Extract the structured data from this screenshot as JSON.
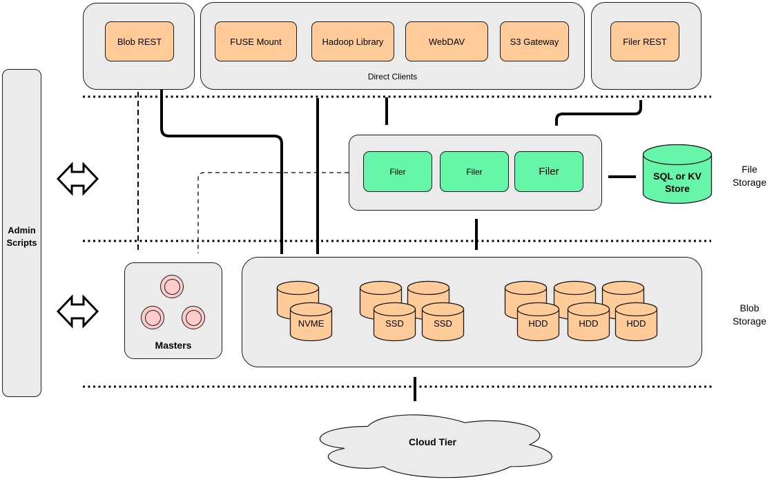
{
  "colors": {
    "container_fill": "#EBEBEB",
    "client_fill": "#FFCC99",
    "filer_fill": "#66F5A9",
    "master_fill": "#FFCCCC"
  },
  "top_row": {
    "blob_rest": {
      "label": "Blob REST"
    },
    "direct_clients": {
      "label": "Direct Clients",
      "items": [
        {
          "label": "FUSE Mount"
        },
        {
          "label": "Hadoop Library"
        },
        {
          "label": "WebDAV"
        },
        {
          "label": "S3 Gateway"
        }
      ]
    },
    "filer_rest": {
      "label": "Filer REST"
    }
  },
  "admin": {
    "label": "Admin Scripts"
  },
  "file_storage_tier": {
    "label": "File Storage",
    "filers": [
      {
        "label": "Filer"
      },
      {
        "label": "Filer"
      },
      {
        "label": "Filer"
      }
    ],
    "metadata_store": {
      "label": "SQL or KV Store"
    }
  },
  "masters": {
    "label": "Masters"
  },
  "blob_storage_tier": {
    "label": "Blob Storage",
    "volumes": [
      {
        "label": "NVME"
      },
      {
        "label": "SSD"
      },
      {
        "label": "SSD"
      },
      {
        "label": "HDD"
      },
      {
        "label": "HDD"
      },
      {
        "label": "HDD"
      }
    ]
  },
  "cloud_tier": {
    "label": "Cloud Tier"
  }
}
